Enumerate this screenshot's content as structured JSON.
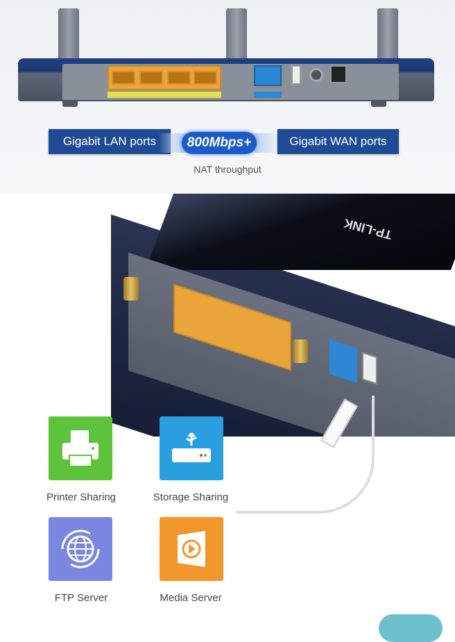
{
  "top_banner": {
    "lan_tag": "Gigabit LAN ports",
    "speed": "800Mbps+",
    "wan_tag": "Gigabit WAN ports",
    "caption": "NAT throughput"
  },
  "router_photo": {
    "brand_logo": "TP-LINK"
  },
  "features": [
    {
      "label": "Printer Sharing",
      "icon": "printer-icon",
      "color": "#5cc33b"
    },
    {
      "label": "Storage Sharing",
      "icon": "usb-storage-icon",
      "color": "#2a9fe0"
    },
    {
      "label": "FTP Server",
      "icon": "globe-sync-icon",
      "color": "#7b86e0"
    },
    {
      "label": "Media Server",
      "icon": "play-icon",
      "color": "#f0962a"
    }
  ],
  "colors": {
    "tag_blue": "#1e4a96",
    "lan_orange": "#e9a43a",
    "wan_blue": "#2d86d6"
  }
}
